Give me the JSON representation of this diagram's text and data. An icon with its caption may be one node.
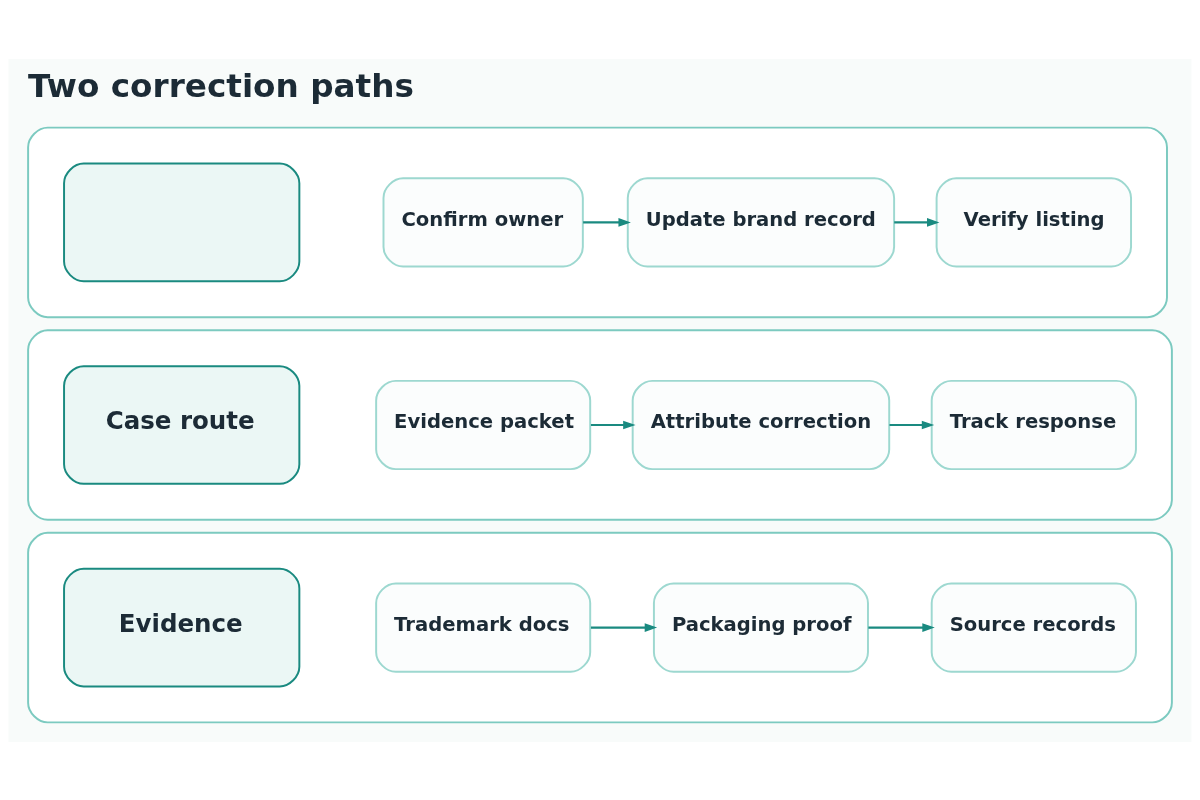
{
  "diagram": {
    "title": "Two correction paths",
    "nodes": [
      {
        "text": [],
        "shape": "box"
      },
      {
        "text": [],
        "shape": "box",
        "in": 0
      },
      {
        "text": [
          "Confirm owner"
        ],
        "in": 0
      },
      {
        "text": [
          "Update brand record"
        ],
        "in": 0
      },
      {
        "text": [
          "Verify listing"
        ],
        "in": 0
      },
      {
        "text": [],
        "shape": "box"
      },
      {
        "text": [
          "Case route"
        ],
        "in": 5
      },
      {
        "text": [
          "Evidence packet"
        ],
        "in": 5
      },
      {
        "text": [
          "Attribute correction"
        ],
        "in": 5
      },
      {
        "text": [
          "Track response"
        ],
        "in": 5
      },
      {
        "text": [],
        "shape": "box"
      },
      {
        "text": [
          "Evidence"
        ],
        "in": 10
      },
      {
        "text": [
          "Trademark docs"
        ],
        "in": 10
      },
      {
        "text": [
          "Packaging proof"
        ],
        "in": 10
      },
      {
        "text": [
          "Source records"
        ],
        "in": 10
      }
    ],
    "edges": [
      {
        "from": 2,
        "to": 3,
        "arrow": "to"
      },
      {
        "from": 3,
        "to": 4,
        "arrow": "to"
      },
      {
        "from": 7,
        "to": 8,
        "arrow": "to"
      },
      {
        "from": 8,
        "to": 9,
        "arrow": "to"
      },
      {
        "from": 12,
        "to": 13,
        "arrow": "to"
      },
      {
        "from": 13,
        "to": 14,
        "arrow": "to"
      }
    ]
  }
}
